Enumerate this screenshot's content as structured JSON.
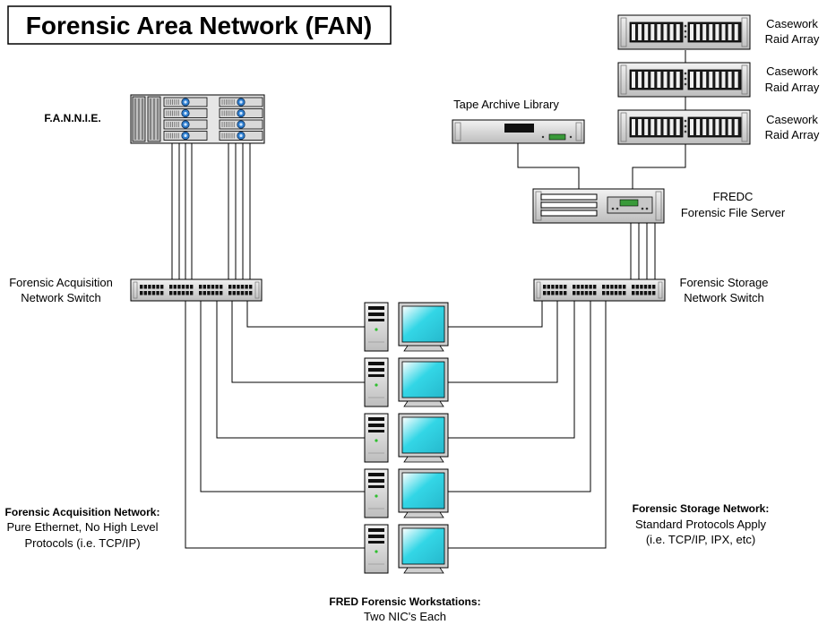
{
  "title": "Forensic Area Network (FAN)",
  "nodes": {
    "fannie": {
      "label": "F.A.N.N.I.E."
    },
    "raid_arrays": [
      {
        "line1": "Casework",
        "line2": "Raid Array"
      },
      {
        "line1": "Casework",
        "line2": "Raid Array"
      },
      {
        "line1": "Casework",
        "line2": "Raid Array"
      }
    ],
    "tape_library": {
      "label": "Tape Archive Library"
    },
    "fredc": {
      "line1": "FREDC",
      "line2": "Forensic File Server"
    },
    "acq_switch": {
      "line1": "Forensic Acquisition",
      "line2": "Network Switch"
    },
    "storage_switch": {
      "line1": "Forensic Storage",
      "line2": "Network Switch"
    }
  },
  "notes": {
    "acq_network": {
      "heading": "Forensic Acquisition Network:",
      "line1": "Pure Ethernet, No High Level",
      "line2": "Protocols (i.e. TCP/IP)"
    },
    "storage_network": {
      "heading": "Forensic Storage Network:",
      "line1": "Standard Protocols Apply",
      "line2": "(i.e. TCP/IP, IPX, etc)"
    },
    "workstations": {
      "heading": "FRED Forensic Workstations:",
      "line1": "Two NIC's Each"
    }
  },
  "workstation_count": 5,
  "colors": {
    "line": "#000000",
    "monitor_screen": "#33d6e6",
    "device_face": "#dcdcdc",
    "device_dark": "#1a1a1a",
    "fannie_led": "#2f7fd0",
    "power_led": "#2fbf2f",
    "display": "#3a9a3a"
  }
}
